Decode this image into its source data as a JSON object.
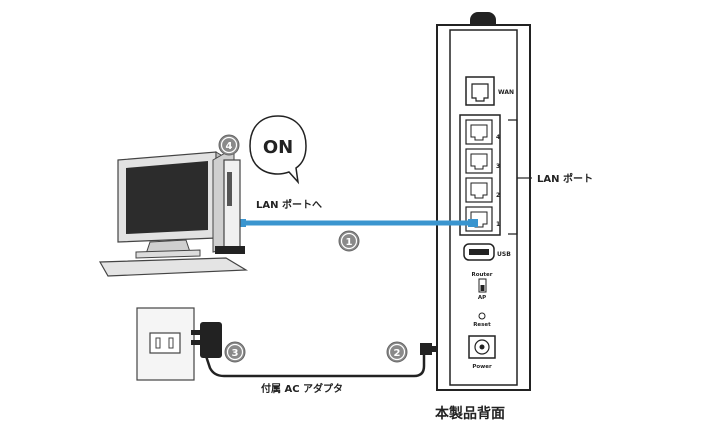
{
  "labels": {
    "on_bubble": "ON",
    "lan_port_to": "LAN ポートへ",
    "lan_port": "LAN ポート",
    "wan": "WAN",
    "usb": "USB",
    "router": "Router",
    "ap": "AP",
    "reset": "Reset",
    "power": "Power",
    "ac_adapter": "付属 AC アダプタ",
    "rear_view": "本製品背面"
  },
  "ports": {
    "numbers": [
      "4",
      "3",
      "2",
      "1"
    ]
  },
  "steps": [
    {
      "id": "step1",
      "label": "1"
    },
    {
      "id": "step2",
      "label": "2"
    },
    {
      "id": "step3",
      "label": "3"
    },
    {
      "id": "step4",
      "label": "4"
    }
  ],
  "colors": {
    "lan_cable": "#3a95cf",
    "step_badge": "#8a8a8a",
    "monitor_screen": "#2c2c2c",
    "device_body": "#d9d9d9",
    "outline": "#222222"
  }
}
